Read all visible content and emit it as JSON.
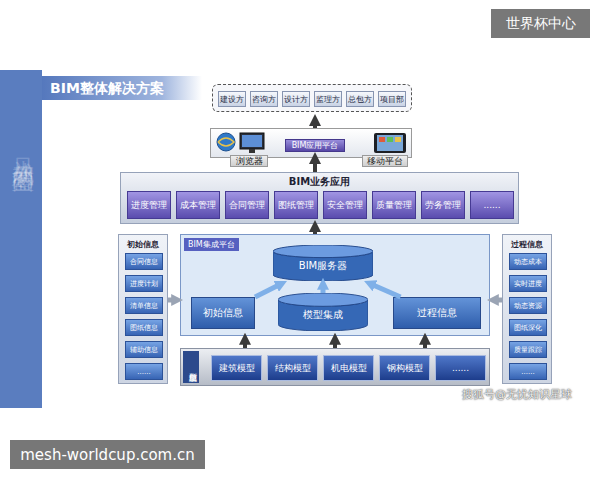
{
  "diagram": {
    "title": "BIM整体解决方案",
    "nodes": [
      {
        "text": [
          "建设方"
        ]
      },
      {
        "text": [
          "咨询方"
        ]
      },
      {
        "text": [
          "设计方"
        ]
      },
      {
        "text": [
          "监理方"
        ]
      },
      {
        "text": [
          "总包方"
        ]
      },
      {
        "text": [
          "项目部"
        ]
      },
      {
        "text": [
          "浏览器"
        ]
      },
      {
        "text": [
          "BIM应用平台"
        ]
      },
      {
        "text": [
          "移动平台"
        ]
      },
      {
        "text": [
          "BIM业务应用"
        ]
      },
      {
        "text": [
          "进度管理"
        ],
        "in": 9
      },
      {
        "text": [
          "成本管理"
        ],
        "in": 9
      },
      {
        "text": [
          "合同管理"
        ],
        "in": 9
      },
      {
        "text": [
          "图纸管理"
        ],
        "in": 9
      },
      {
        "text": [
          "安全管理"
        ],
        "in": 9
      },
      {
        "text": [
          "质量管理"
        ],
        "in": 9
      },
      {
        "text": [
          "劳务管理"
        ],
        "in": 9
      },
      {
        "text": [
          "......"
        ],
        "in": 9
      },
      {
        "text": [
          "初始信息"
        ]
      },
      {
        "text": [
          "合同信息"
        ],
        "in": 18
      },
      {
        "text": [
          "进度计划"
        ],
        "in": 18
      },
      {
        "text": [
          "清单信息"
        ],
        "in": 18
      },
      {
        "text": [
          "图纸信息"
        ],
        "in": 18
      },
      {
        "text": [
          "辅助信息"
        ],
        "in": 18
      },
      {
        "text": [
          "......"
        ],
        "in": 18
      },
      {
        "text": [
          "BIM集成平台"
        ]
      },
      {
        "text": [
          "BIM服务器"
        ],
        "in": 25
      },
      {
        "text": [
          "初始信息"
        ],
        "in": 25
      },
      {
        "text": [
          "模型集成"
        ],
        "in": 25
      },
      {
        "text": [
          "过程信息"
        ],
        "in": 25
      },
      {
        "text": [
          "过程信息"
        ]
      },
      {
        "text": [
          "动态成本"
        ],
        "in": 30
      },
      {
        "text": [
          "实时进度"
        ],
        "in": 30
      },
      {
        "text": [
          "动态资源"
        ],
        "in": 30
      },
      {
        "text": [
          "图纸深化"
        ],
        "in": 30
      },
      {
        "text": [
          "质量跟踪"
        ],
        "in": 30
      },
      {
        "text": [
          "......"
        ],
        "in": 30
      },
      {
        "text": [
          "模型信息"
        ]
      },
      {
        "text": [
          "建筑模型"
        ],
        "in": 37
      },
      {
        "text": [
          "结构模型"
        ],
        "in": 37
      },
      {
        "text": [
          "机电模型"
        ],
        "in": 37
      },
      {
        "text": [
          "钢构模型"
        ],
        "in": 37
      },
      {
        "text": [
          "......"
        ],
        "in": 37
      }
    ],
    "edges": [
      {
        "from": 9,
        "to": 7,
        "arrow": "to"
      },
      {
        "from": 25,
        "to": 9,
        "arrow": "to"
      },
      {
        "from": 18,
        "to": 25,
        "arrow": "to"
      },
      {
        "from": 30,
        "to": 25,
        "arrow": "to"
      },
      {
        "from": 27,
        "to": 26,
        "arrow": "to"
      },
      {
        "from": 28,
        "to": 26,
        "arrow": "to"
      },
      {
        "from": 29,
        "to": 26,
        "arrow": "to"
      },
      {
        "from": 37,
        "to": 25,
        "arrow": "to"
      },
      {
        "from": 37,
        "to": 25,
        "arrow": "to"
      },
      {
        "from": 37,
        "to": 25,
        "arrow": "to"
      }
    ],
    "labels": [
      "只为成就您的蓝图",
      "世界杯中心",
      "搜狐号@无忧知识星球",
      "mesh-worldcup.com.cn"
    ]
  }
}
